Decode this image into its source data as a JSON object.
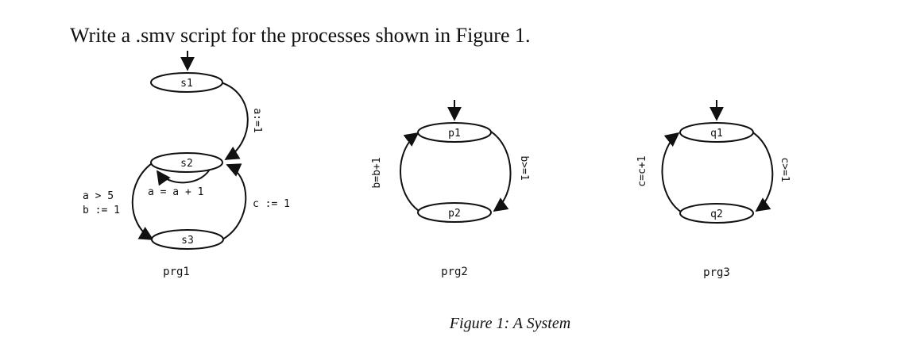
{
  "heading": "Write a .smv script for the processes shown in Figure 1.",
  "caption": "Figure 1: A System",
  "prg1": {
    "name": "prg1",
    "states": [
      "s1",
      "s2",
      "s3"
    ],
    "labels": {
      "s1_to_s2": "a:=1",
      "s2_self": "a = a + 1",
      "s2_to_s3_cond": "a > 5",
      "s2_to_s3_action": "b := 1",
      "s3_to_s2": "c := 1"
    }
  },
  "prg2": {
    "name": "prg2",
    "states": [
      "p1",
      "p2"
    ],
    "labels": {
      "p2_to_p1": "b=b+1",
      "p1_to_p2": "b>=1"
    }
  },
  "prg3": {
    "name": "prg3",
    "states": [
      "q1",
      "q2"
    ],
    "labels": {
      "q2_to_q1": "c=c+1",
      "q1_to_q2": "c>=1"
    }
  }
}
